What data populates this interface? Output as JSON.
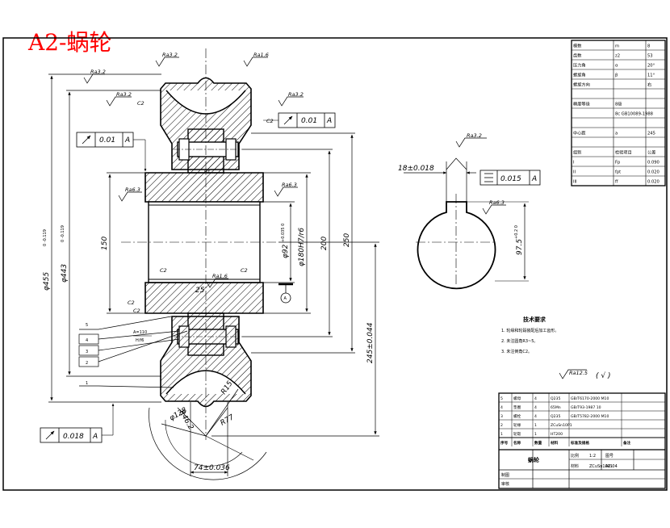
{
  "title": "A2-蜗轮",
  "roughness": {
    "top_left": "Ra3.2",
    "top_center": "Ra3.2",
    "top_right": "Ra1.6",
    "right_side": "Ra3.2",
    "left_upper": "Ra3.2",
    "hub_left": "Ra6.3",
    "hub_right": "Ra6.3",
    "bore": "Ra1.6",
    "key_top": "Ra3.2",
    "keyway": "Ra6.3",
    "general": "Ra12.5",
    "general_note": "( √ )"
  },
  "chamfers": {
    "top_right": "C2",
    "top_mid": "C2",
    "left_1": "C2",
    "left_2": "C2",
    "bore_left": "C2",
    "bore_right": "C2"
  },
  "tolerance_frames": {
    "top": {
      "value": "0.01",
      "datum": "A"
    },
    "left": {
      "value": "0.01",
      "datum": "A"
    },
    "bottom": {
      "value": "0.018",
      "datum": "A"
    },
    "key": {
      "value": "0.015",
      "datum": "A"
    }
  },
  "dimensions": {
    "d_tip": "φ455",
    "d_tip_tol": "0 -0.119",
    "d_pitch": "φ443",
    "d_pitch_tol": "0 -0.119",
    "hub": "150",
    "bore_fit": "φ92",
    "bore_tol": "+0.035 0",
    "shaft_fit": "φ180H7/r6",
    "d_200": "200",
    "d_250": "250",
    "center_distance": "245±0.044",
    "key_width": "18±0.018",
    "key_depth": "97.5",
    "key_depth_tol": "+0.2 0",
    "width": "74±0.036",
    "r128": "φ128",
    "r46": "R46.2",
    "r77": "R77",
    "r15": "R15",
    "h_small": "25",
    "fit_a": "H7",
    "fit_b": "f6",
    "a_label": "A=110",
    "a_fit": "H/f6"
  },
  "datum_mark": "A",
  "balloons": [
    "5",
    "4",
    "3",
    "2",
    "1"
  ],
  "notes": {
    "heading": "技术要求",
    "items": [
      "1. 轮缘和轮毂装配后加工齿形。",
      "2. 未注圆角R3~5。",
      "3. 未注倒角C2。"
    ]
  },
  "params_table": [
    [
      "模数",
      "m",
      "8"
    ],
    [
      "齿数",
      "z2",
      "53"
    ],
    [
      "压力角",
      "α",
      "20°"
    ],
    [
      "螺旋角",
      "β",
      "11°"
    ],
    [
      "螺旋方向",
      "",
      "右"
    ],
    [
      "",
      "",
      ""
    ],
    [
      "精度等级",
      "8级",
      ""
    ],
    [
      "",
      "8c GB10089-1988",
      ""
    ],
    [
      "",
      "",
      ""
    ],
    [
      "中心距",
      "a",
      "245"
    ],
    [
      "",
      "",
      ""
    ],
    [
      "组别",
      "检验项目",
      "公差"
    ],
    [
      "I",
      "Fp",
      "0.090"
    ],
    [
      "II",
      "fpt",
      "0.020"
    ],
    [
      "III",
      "ff",
      "0.020"
    ]
  ],
  "parts_list": [
    [
      "5",
      "螺母",
      "4",
      "Q235",
      "GB/T6170-2000 M10"
    ],
    [
      "4",
      "垫圈",
      "4",
      "65Mn",
      "GB/T93-1987 10"
    ],
    [
      "3",
      "螺栓",
      "4",
      "Q235",
      "GB/T5782-2000 M10"
    ],
    [
      "2",
      "轮缘",
      "1",
      "ZCuSn10P1",
      ""
    ],
    [
      "1",
      "轮毂",
      "1",
      "HT200",
      ""
    ]
  ],
  "parts_header": [
    "序号",
    "名称",
    "数量",
    "材料",
    "标准及规格",
    "备注"
  ],
  "title_block": {
    "name": "蜗轮",
    "material": "ZCuSn10P1",
    "scale": "1:2",
    "drawing_no": "A2-04",
    "labels": [
      "比例",
      "材料",
      "图号",
      "制图",
      "审核"
    ]
  }
}
